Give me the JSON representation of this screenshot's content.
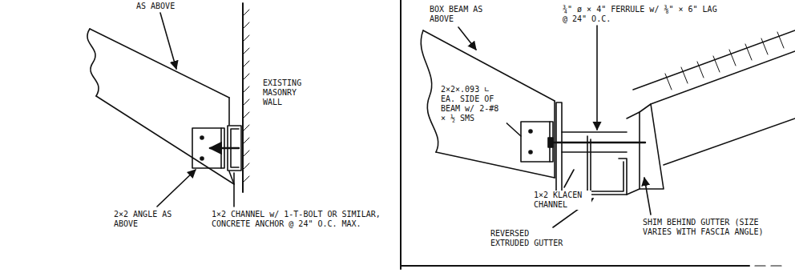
{
  "diagram": {
    "labels": [
      "AS ABOVE",
      "EXISTING MASONRY WALL",
      "2×2 ANGLE AS ABOVE",
      "1×2 CHANNEL w/ 1-T-BOLT OR SIMILAR, CONCRETE ANCHOR @ 24\" O.C. MAX.",
      "BOX BEAM AS ABOVE",
      "¾\" ø × 4\" FERRULE w/ ⅜\" × 6\" LAG @ 24\" O.C.",
      "2×2×.093 ∟ EA. SIDE OF BEAM w/ 2-#8 × ½ SMS",
      "1×2 KLACEN CHANNEL",
      "REVERSED EXTRUDED GUTTER",
      "SHIM BEHIND GUTTER (SIZE VARIES WITH FASCIA ANGLE)"
    ]
  }
}
